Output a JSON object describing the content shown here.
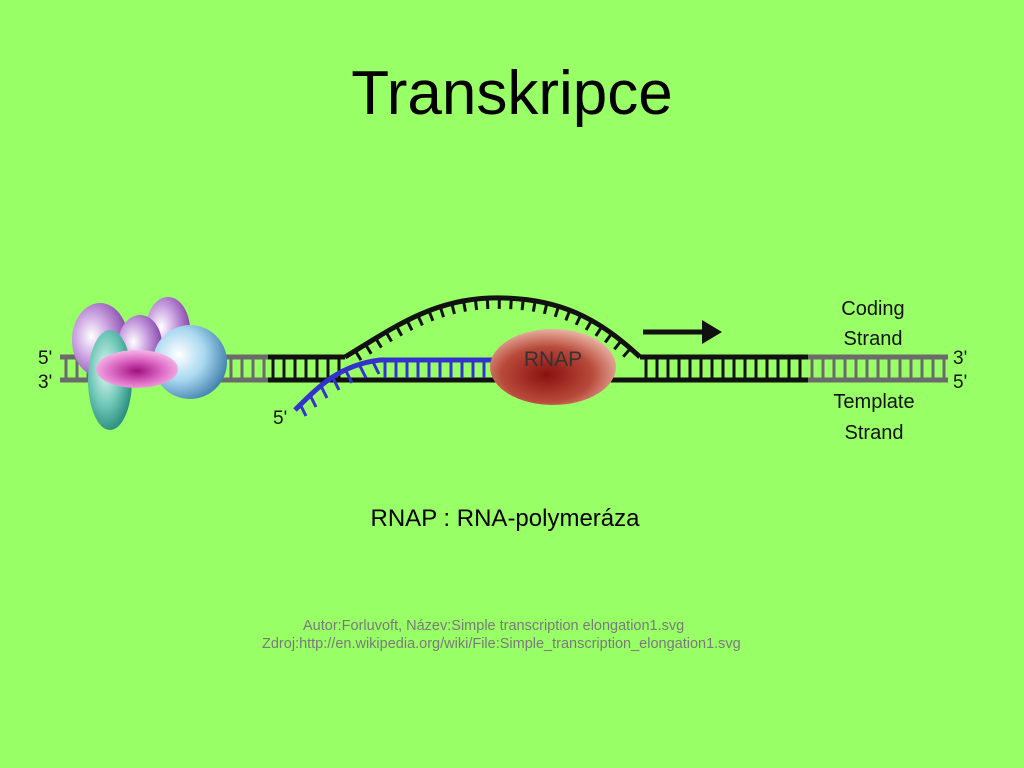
{
  "slide": {
    "title": "Transkripce",
    "caption": "RNAP : RNA-polymeráza",
    "credit_line1": "Autor:Forluvoft, Název:Simple transcription elongation1.svg",
    "credit_line2": "Zdroj:http://en.wikipedia.org/wiki/File:Simple_transcription_elongation1.svg"
  },
  "diagram": {
    "labels": {
      "five_prime_top_left": "5'",
      "three_prime_bottom_left": "3'",
      "three_prime_top_right": "3'",
      "five_prime_bottom_right": "5'",
      "five_prime_rna": "5'",
      "coding_strand_1": "Coding",
      "coding_strand_2": "Strand",
      "template_strand_1": "Template",
      "template_strand_2": "Strand",
      "rnap": "RNAP"
    },
    "colors": {
      "background": "#99ff66",
      "dna_outer": "#6b6b6b",
      "dna_inner": "#111111",
      "rna": "#3333cc",
      "rnap": "#b03020"
    }
  }
}
